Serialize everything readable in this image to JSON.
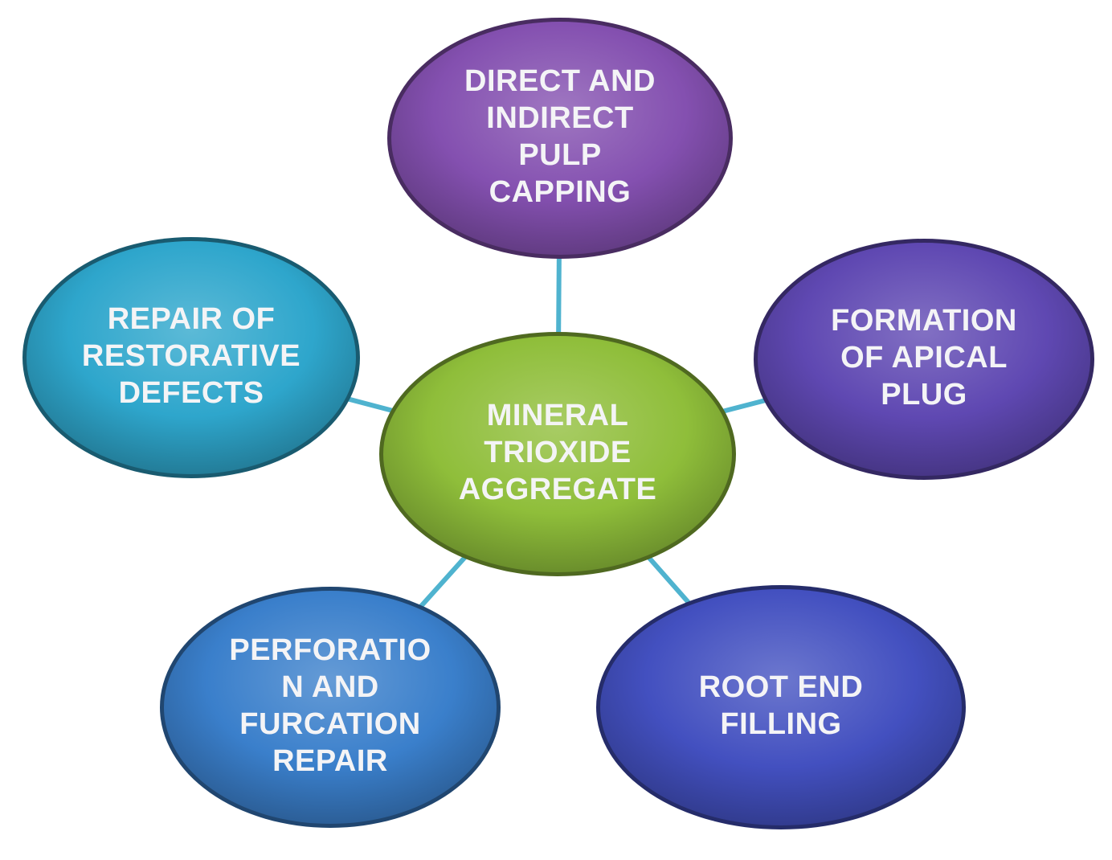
{
  "diagram": {
    "connector_color": "#4fb3cf",
    "center": {
      "id": "mta",
      "lines": [
        "MINERAL",
        "TRIOXIDE",
        "AGGREGATE"
      ],
      "color": "#8fbe3a"
    },
    "nodes": [
      {
        "id": "pulp-capping",
        "lines": [
          "DIRECT AND",
          "INDIRECT",
          "PULP",
          "CAPPING"
        ],
        "color": "#8450b0"
      },
      {
        "id": "apical-plug",
        "lines": [
          "FORMATION",
          "OF APICAL",
          "PLUG"
        ],
        "color": "#5f48b2"
      },
      {
        "id": "root-end-filling",
        "lines": [
          "ROOT END",
          "FILLING"
        ],
        "color": "#4350c0"
      },
      {
        "id": "perforation-repair",
        "lines": [
          "PERFORATIO",
          "N AND",
          "FURCATION",
          "REPAIR"
        ],
        "color": "#3a7fcb"
      },
      {
        "id": "restorative-defects",
        "lines": [
          "REPAIR OF",
          "RESTORATIVE",
          "DEFECTS"
        ],
        "color": "#2ea6cc"
      }
    ]
  }
}
